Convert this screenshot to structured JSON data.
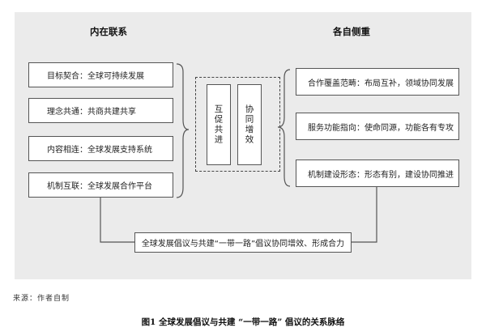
{
  "left_heading": "内在联系",
  "right_heading": "各自侧重",
  "left_items": [
    "目标契合：全球可持续发展",
    "理念共通：共商共建共享",
    "内容相连：全球发展支持系统",
    "机制互联：全球发展合作平台"
  ],
  "center_items": [
    "互促共进",
    "协同增效"
  ],
  "right_items": [
    "合作覆盖范畴：布局互补，领域协同发展",
    "服务功能指向：使命同源，功能各有专攻",
    "机制建设形态：形态有别，建设协同推进"
  ],
  "bottom_label": "全球发展倡议与共建“一带一路”倡议协同增效、形成合力",
  "source_note": "来源：作者自制",
  "figure_caption": "图1  全球发展倡议与共建 “一带一路” 倡议的关系脉络"
}
